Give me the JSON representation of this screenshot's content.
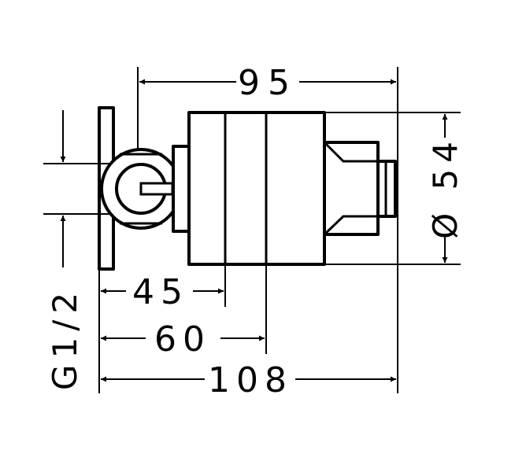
{
  "dimensions": {
    "top_width": "95",
    "diameter": "Ø 54",
    "thread": "G1/2",
    "depth_45": "45",
    "depth_60": "60",
    "total_108": "108"
  }
}
